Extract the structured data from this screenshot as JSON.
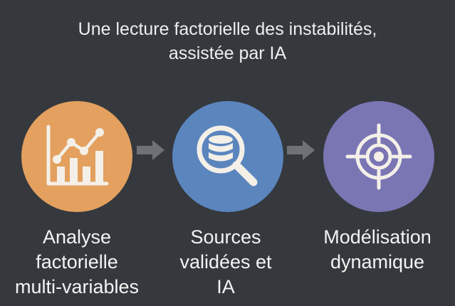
{
  "title": {
    "line1": "Une lecture factorielle des instabilités,",
    "line2": "assistée par IA"
  },
  "colors": {
    "background": "#35383d",
    "step1": "#e3a05f",
    "step2": "#5b85bd",
    "step3": "#7a76b4",
    "arrow": "#6e7176",
    "icon": "#f4f0e8"
  },
  "steps": [
    {
      "icon": "bar-line-chart-icon",
      "label_lines": [
        "Analyse",
        "factorielle",
        "multi-variables"
      ]
    },
    {
      "icon": "database-search-icon",
      "label_lines": [
        "Sources",
        "validées et",
        "IA"
      ]
    },
    {
      "icon": "target-crosshair-icon",
      "label_lines": [
        "Modélisation",
        "dynamique"
      ]
    }
  ]
}
